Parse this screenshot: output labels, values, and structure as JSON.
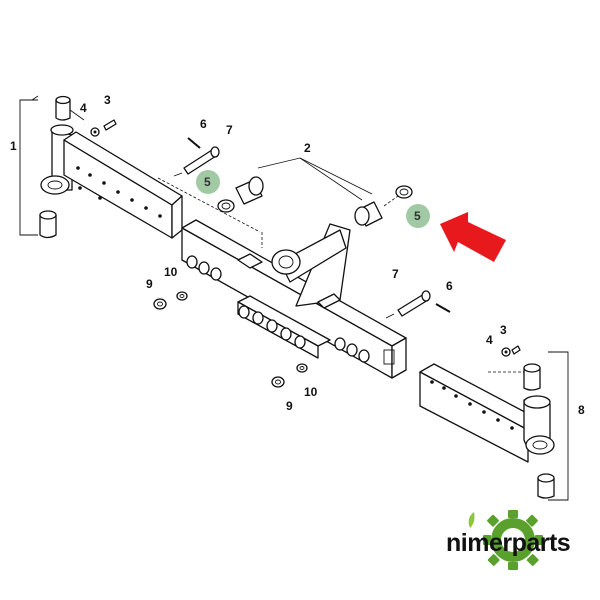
{
  "callouts": [
    {
      "id": "c1",
      "text": "1"
    },
    {
      "id": "c2",
      "text": "2"
    },
    {
      "id": "c3a",
      "text": "3"
    },
    {
      "id": "c4a",
      "text": "4"
    },
    {
      "id": "c5a",
      "text": "5"
    },
    {
      "id": "c5b",
      "text": "5"
    },
    {
      "id": "c6a",
      "text": "6"
    },
    {
      "id": "c7a",
      "text": "7"
    },
    {
      "id": "c7b",
      "text": "7"
    },
    {
      "id": "c6b",
      "text": "6"
    },
    {
      "id": "c9a",
      "text": "9"
    },
    {
      "id": "c10a",
      "text": "10"
    },
    {
      "id": "c3b",
      "text": "3"
    },
    {
      "id": "c4b",
      "text": "4"
    },
    {
      "id": "c9b",
      "text": "9"
    },
    {
      "id": "c10b",
      "text": "10"
    },
    {
      "id": "c8",
      "text": "8"
    }
  ],
  "highlight": {
    "part": "5",
    "marker_color": "#8fbf94",
    "arrow_color": "#e8191c"
  },
  "logo": {
    "text": "nimerparts",
    "gear_color": "#5aa02c",
    "leaf_color": "#8cc63f"
  }
}
